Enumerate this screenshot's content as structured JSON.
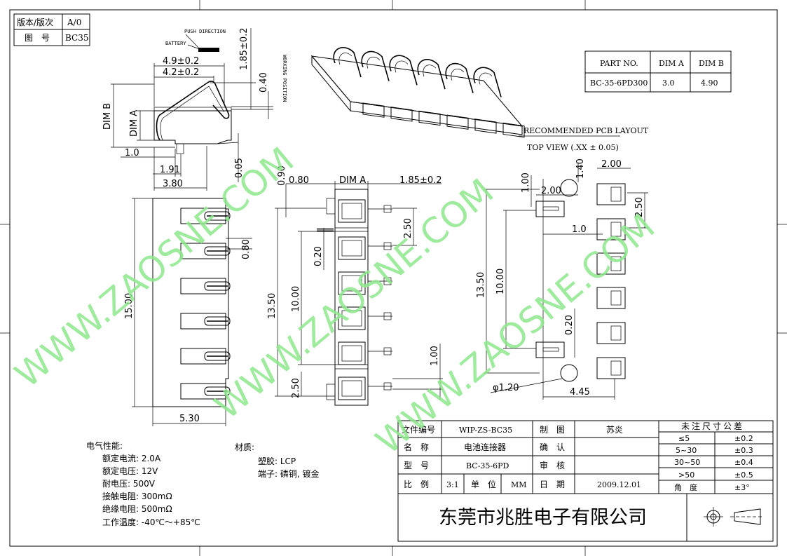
{
  "revision_block": {
    "rev_label": "版本/版次",
    "rev_value": "A/0",
    "dwg_label": "图　号",
    "dwg_value": "BC35"
  },
  "side_view": {
    "push_direction": "PUSH DIRECTION",
    "battery": "BATTERY",
    "working_position": "WORKING POSITION",
    "dim_49": "4.9±0.2",
    "dim_42": "4.2±0.2",
    "dim_185v": "1.85±0.2",
    "dim_040": "0.40",
    "dim_b": "DIM B",
    "dim_a": "DIM A",
    "dim_10": "1.0",
    "dim_191": "1.91",
    "dim_380": "3.80",
    "dim_005": "0.05"
  },
  "top_view": {
    "dim_090": "0.90",
    "dim_080": "0.80",
    "dim_a": "DIM A",
    "dim_185": "1.85±0.2",
    "dim_080v": "0.80",
    "dim_1500": "15.00",
    "dim_530": "5.30",
    "dim_020": "0.20",
    "dim_1350": "13.50",
    "dim_1000": "10.00",
    "dim_250": "2.50",
    "dim_250b": "2.50",
    "dim_100": "1.00"
  },
  "part_table": {
    "headers": [
      "PART NO.",
      "DIM A",
      "DIM B"
    ],
    "rows": [
      [
        "BC-35-6PD300",
        "3.0",
        "4.90"
      ]
    ]
  },
  "pcb_layout": {
    "title": "RECOMMENDED PCB LAYOUT",
    "subtitle": "TOP VIEW (.XX ± 0.05)",
    "dim_140": "1.40",
    "dim_200": "2.00",
    "dim_200b": "2.00",
    "dim_100": "1.00",
    "dim_250": "2.50",
    "dim_10": "1.0",
    "dim_1350": "13.50",
    "dim_1000": "10.00",
    "dim_020": "0.20",
    "dim_120": "φ1.20",
    "dim_445": "4.45"
  },
  "specs": {
    "electrical_title": "电气性能:",
    "electrical": [
      "额定电流: 2.0A",
      "额定电压: 12V",
      "耐电压: 500V",
      "接触电阻: 300mΩ",
      "绝缘电阻: 500mΩ",
      "工作温度: -40℃～+85℃"
    ],
    "material_title": "材质:",
    "material": [
      "塑胶: LCP",
      "端子: 磷铜, 镀金"
    ]
  },
  "title_block": {
    "file_no_label": "文件编号",
    "file_no": "WIP-ZS-BC35",
    "drawn_label": "制　图",
    "drawn": "苏炎",
    "name_label": "名　称",
    "name": "电池连接器",
    "check_label": "确　认",
    "check": "",
    "model_label": "型　号",
    "model": "BC-35-6PD",
    "audit_label": "审　核",
    "audit": "",
    "scale_label": "比　例",
    "scale": "3:1",
    "unit_label": "单　位",
    "unit": "MM",
    "date_label": "日　期",
    "date": "2009.12.01",
    "company": "东莞市兆胜电子有限公司"
  },
  "tolerance_table": {
    "title": "未注尺寸公差",
    "rows": [
      [
        "≤5",
        "±0.2"
      ],
      [
        "5~30",
        "±0.3"
      ],
      [
        "30~50",
        "±0.4"
      ],
      [
        ">50",
        "±0.5"
      ],
      [
        "角　度",
        "±3°"
      ]
    ]
  },
  "watermarks": [
    "WWW.ZAOSNE.COM",
    "WWW.ZAOSNE.COM",
    "WWW.ZAOSNE.COM"
  ]
}
